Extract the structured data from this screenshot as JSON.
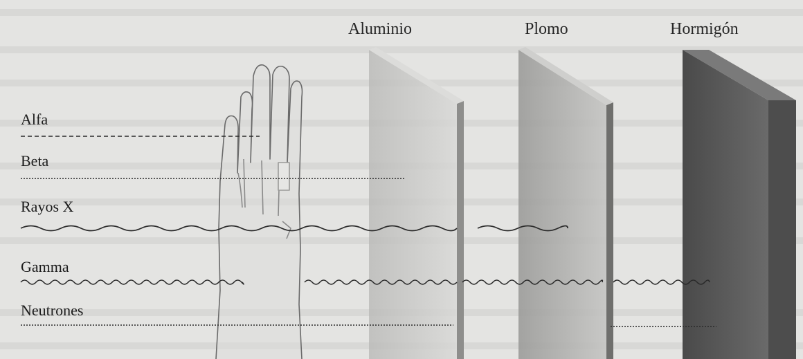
{
  "materials": [
    {
      "id": "aluminio",
      "label": "Aluminio"
    },
    {
      "id": "plomo",
      "label": "Plomo"
    },
    {
      "id": "hormigon",
      "label": "Hormigón"
    }
  ],
  "radiations": [
    {
      "id": "alfa",
      "label": "Alfa",
      "style": "dashed",
      "stops_at": "hand"
    },
    {
      "id": "beta",
      "label": "Beta",
      "style": "dotted",
      "stops_at": "aluminio"
    },
    {
      "id": "rayos-x",
      "label": "Rayos X",
      "style": "wave",
      "stops_at": "plomo"
    },
    {
      "id": "gamma",
      "label": "Gamma",
      "style": "wave",
      "stops_at": "hormigon"
    },
    {
      "id": "neutrones",
      "label": "Neutrones",
      "style": "dotted",
      "stops_at": "hormigon"
    }
  ],
  "colors": {
    "background": "#e4e4e2",
    "ink": "#2a2a2a",
    "aluminio": "#c9c9c7",
    "plomo": "#a9a9a7",
    "hormigon": "#5a5a5a"
  }
}
